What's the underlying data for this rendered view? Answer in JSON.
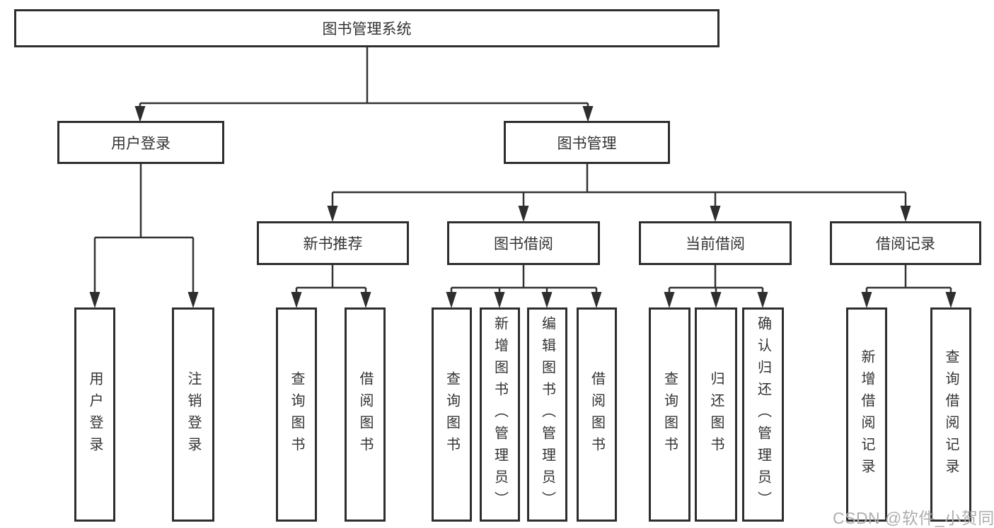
{
  "colors": {
    "line": "#333333",
    "border": "#2e2e2e",
    "text": "#333333",
    "watermark": "#aeaeae"
  },
  "tree": {
    "root": {
      "label": "图书管理系统"
    },
    "branches": [
      {
        "label": "用户登录",
        "children": [
          {
            "label": "用户登录"
          },
          {
            "label": "注销登录"
          }
        ]
      },
      {
        "label": "图书管理",
        "children": [
          {
            "label": "新书推荐",
            "children": [
              {
                "label": "查询图书"
              },
              {
                "label": "借阅图书"
              }
            ]
          },
          {
            "label": "图书借阅",
            "children": [
              {
                "label": "查询图书"
              },
              {
                "label": "新增图书（管理员）"
              },
              {
                "label": "编辑图书（管理员）"
              },
              {
                "label": "借阅图书"
              }
            ]
          },
          {
            "label": "当前借阅",
            "children": [
              {
                "label": "查询图书"
              },
              {
                "label": "归还图书"
              },
              {
                "label": "确认归还（管理员）"
              }
            ]
          },
          {
            "label": "借阅记录",
            "children": [
              {
                "label": "新增借阅记录"
              },
              {
                "label": "查询借阅记录"
              }
            ]
          }
        ]
      }
    ]
  },
  "watermark": {
    "text": "CSDN @软件_小贺同学"
  }
}
